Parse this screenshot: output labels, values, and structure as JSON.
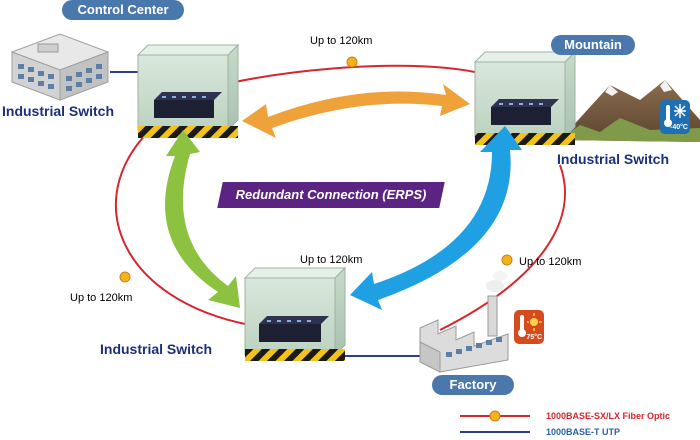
{
  "locations": {
    "control_center": "Control Center",
    "mountain": "Mountain",
    "factory": "Factory"
  },
  "switch_label": "Industrial Switch",
  "distance_label": "Up to 120km",
  "erps_label": "Redundant Connection (ERPS)",
  "badges": {
    "cold": "-40°C",
    "hot": "75°C"
  },
  "legend": {
    "fiber": "1000BASE-SX/LX Fiber Optic",
    "utp": "1000BASE-T UTP"
  },
  "colors": {
    "fiber_ring": "#d7262e",
    "utp_line": "#2a3f8f",
    "location_pill": "#4a78ad",
    "switch_label": "#1b2f7a",
    "erps_banner": "#5b2382",
    "arrow_orange": "#f0a23a",
    "arrow_green": "#8cc23f",
    "arrow_blue": "#1fa0e3"
  }
}
